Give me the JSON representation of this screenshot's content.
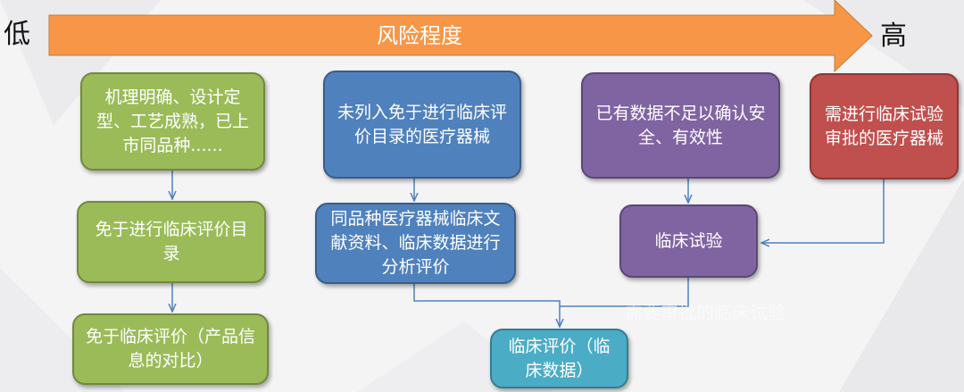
{
  "labels": {
    "low": "低",
    "high": "高",
    "risk_arrow": "风险程度"
  },
  "boxes": {
    "mechanism": "机理明确、设计定型、工艺成熟，已上市同品种......",
    "exempt_catalog": "免于进行临床评价目录",
    "exempt_eval": "免于临床评价（产品信息的对比）",
    "not_listed": "未列入免于进行临床评价目录的医疗器械",
    "literature": "同品种医疗器械临床文献资料、临床数据进行分析评价",
    "insufficient": "已有数据不足以确认安全、有效性",
    "trial": "临床试验",
    "approval": "需进行临床试验审批的医疗器械",
    "clinical_eval": "临床评价（临床数据）"
  },
  "watermark": "需要审批的临床试验",
  "colors": {
    "arrow": "#f79646",
    "green": "#9bbb59",
    "blue": "#4f81bd",
    "purple": "#8064a2",
    "red": "#c0504d",
    "teal": "#4bacc6",
    "connector": "#4f81bd"
  }
}
